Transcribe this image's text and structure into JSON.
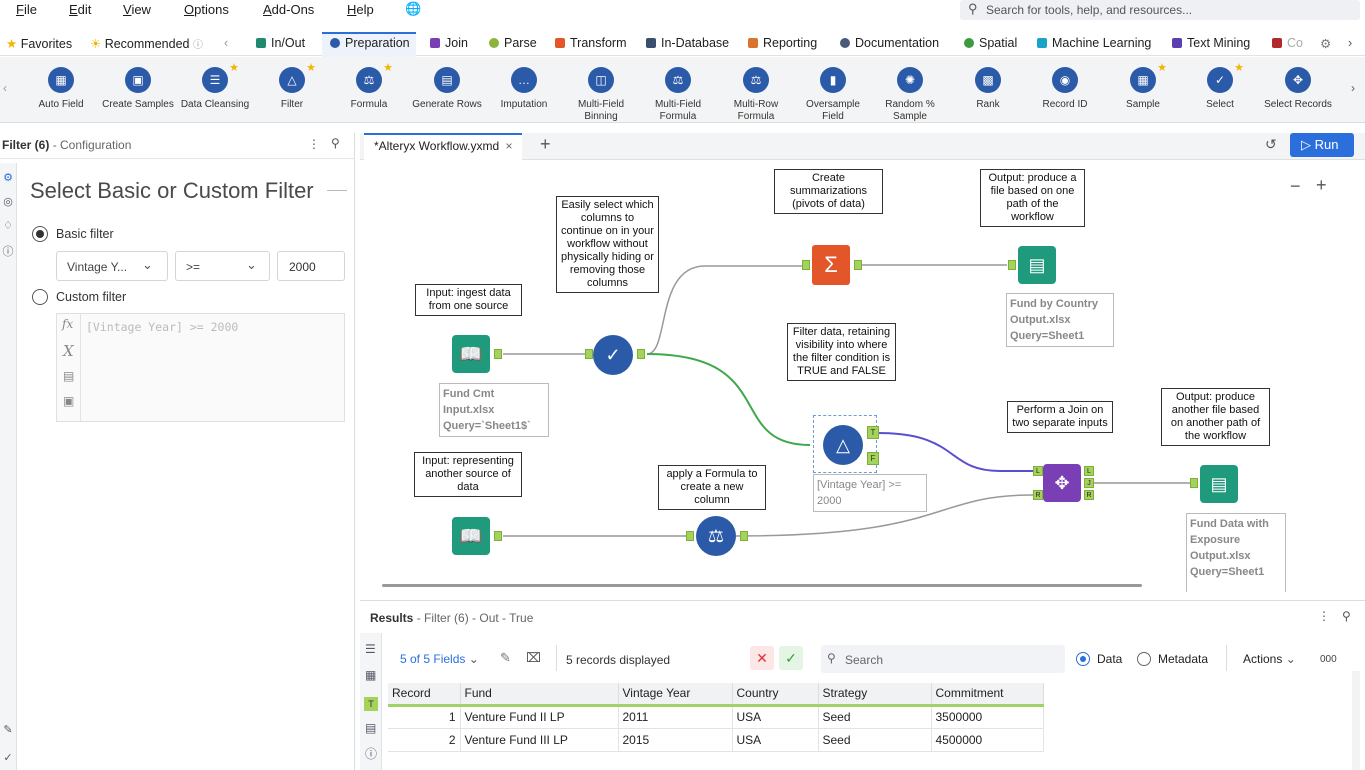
{
  "menu": [
    "File",
    "Edit",
    "View",
    "Options",
    "Add-Ons",
    "Help"
  ],
  "search_top": {
    "placeholder": "Search for tools, help, and resources..."
  },
  "categories": [
    {
      "label": "Favorites",
      "color": "#f5b400"
    },
    {
      "label": "Recommended",
      "color": "#f5b400"
    },
    {
      "label": "In/Out",
      "color": "#1f8a70"
    },
    {
      "label": "Preparation",
      "color": "#2b5aa8"
    },
    {
      "label": "Join",
      "color": "#7b3fb5"
    },
    {
      "label": "Parse",
      "color": "#8cb33a"
    },
    {
      "label": "Transform",
      "color": "#e2562a"
    },
    {
      "label": "In-Database",
      "color": "#3a4e6e"
    },
    {
      "label": "Reporting",
      "color": "#d8742b"
    },
    {
      "label": "Documentation",
      "color": "#4a5a78"
    },
    {
      "label": "Spatial",
      "color": "#3d9a3d"
    },
    {
      "label": "Machine Learning",
      "color": "#1aa3c8"
    },
    {
      "label": "Text Mining",
      "color": "#5b3fb0"
    },
    {
      "label": "Co",
      "color": "#b02a2a"
    }
  ],
  "tools": [
    {
      "label": "Auto Field",
      "star": false
    },
    {
      "label": "Create Samples",
      "star": false
    },
    {
      "label": "Data Cleansing",
      "star": true
    },
    {
      "label": "Filter",
      "star": true
    },
    {
      "label": "Formula",
      "star": true
    },
    {
      "label": "Generate Rows",
      "star": false
    },
    {
      "label": "Imputation",
      "star": false
    },
    {
      "label": "Multi-Field Binning",
      "star": false
    },
    {
      "label": "Multi-Field Formula",
      "star": false
    },
    {
      "label": "Multi-Row Formula",
      "star": false
    },
    {
      "label": "Oversample Field",
      "star": false
    },
    {
      "label": "Random % Sample",
      "star": false
    },
    {
      "label": "Rank",
      "star": false
    },
    {
      "label": "Record ID",
      "star": false
    },
    {
      "label": "Sample",
      "star": true
    },
    {
      "label": "Select",
      "star": true
    },
    {
      "label": "Select Records",
      "star": false
    }
  ],
  "config": {
    "header": "Filter (6)",
    "header_sub": "- Configuration",
    "title": "Select Basic or Custom Filter",
    "basic_label": "Basic filter",
    "field_value": "Vintage Y...",
    "operator_value": ">=",
    "value": "2000",
    "custom_label": "Custom filter",
    "custom_expr": "[Vintage Year] >= 2000"
  },
  "doc_tab": {
    "label": "*Alteryx Workflow.yxmd",
    "run_label": "Run"
  },
  "canvas": {
    "notes": {
      "input1": "Input: ingest data from one source",
      "select": "Easily select which columns to continue on in your workflow without physically hiding or removing those columns",
      "summarize": "Create summarizations (pivots of data)",
      "output1": "Output: produce a file based on one path of the workflow",
      "filter": "Filter data, retaining visibility into where the filter condition is TRUE and FALSE",
      "join": "Perform a Join on two separate inputs",
      "output2": "Output: produce another file based on another path of the workflow",
      "input2": "Input: representing another source of data",
      "formula": "apply a Formula to create a new column"
    },
    "labels": {
      "input1": [
        "Fund Cmt",
        "Input.xlsx",
        "Query=`Sheet1$`"
      ],
      "output1": [
        "Fund by Country",
        "Output.xlsx",
        "Query=Sheet1"
      ],
      "filter": [
        "[Vintage Year] >=",
        "2000"
      ],
      "output2": [
        "Fund Data with",
        "Exposure",
        "Output.xlsx",
        "Query=Sheet1"
      ]
    }
  },
  "results": {
    "header": "Results",
    "header_sub": "- Filter (6) - Out - True",
    "fields": "5 of 5 Fields",
    "records": "5 records displayed",
    "search_placeholder": "Search",
    "data_label": "Data",
    "metadata_label": "Metadata",
    "actions_label": "Actions",
    "more_label": "000",
    "columns": [
      "Record",
      "Fund",
      "Vintage Year",
      "Country",
      "Strategy",
      "Commitment"
    ],
    "rows": [
      [
        "1",
        "Venture Fund II LP",
        "2011",
        "USA",
        "Seed",
        "3500000"
      ],
      [
        "2",
        "Venture Fund III LP",
        "2015",
        "USA",
        "Seed",
        "4500000"
      ]
    ]
  }
}
